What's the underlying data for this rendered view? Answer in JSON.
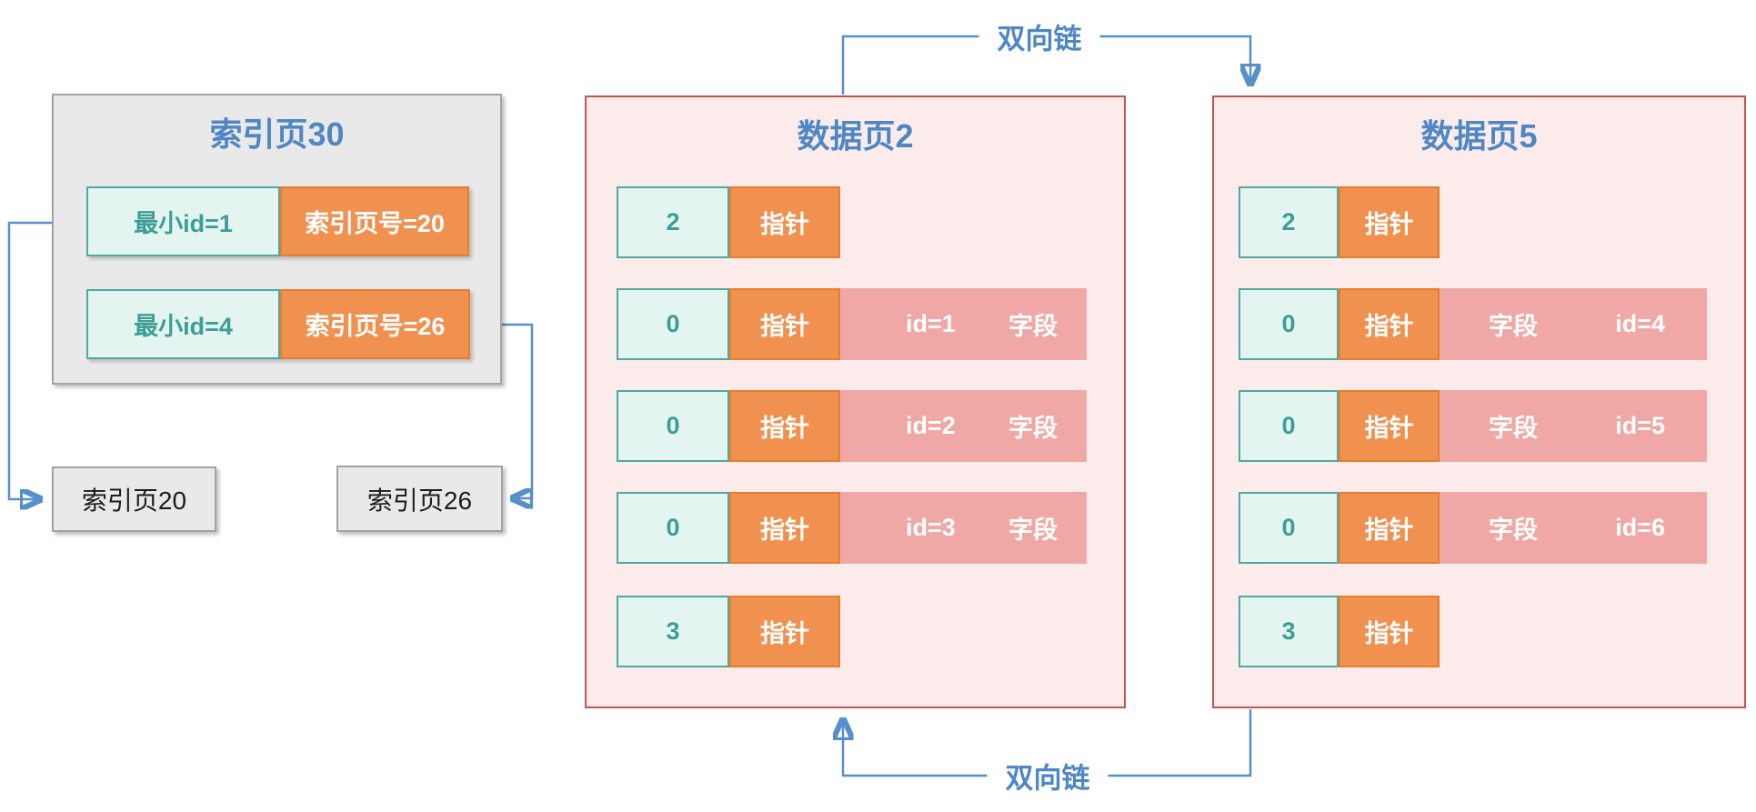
{
  "colors": {
    "blue_text": "#4E87C4",
    "arrow_blue": "#5590CA",
    "orange_fill": "#F0914F",
    "orange_border": "#E67E2E",
    "teal_fill": "#E4F5F1",
    "teal_border": "#4FA8A1",
    "teal_text": "#3D9E96",
    "field_pink_fill": "#F0A8A6",
    "page_pink_fill": "#FCEBEB",
    "page_pink_border": "#BF5654",
    "gray_fill": "#E9E9E9",
    "gray_border": "#A3A3A3"
  },
  "index_page": {
    "title": "索引页30",
    "entries": [
      {
        "key": "最小id=1",
        "value": "索引页号=20"
      },
      {
        "key": "最小id=4",
        "value": "索引页号=26"
      }
    ]
  },
  "leaf_index_pages": [
    {
      "label": "索引页20"
    },
    {
      "label": "索引页26"
    }
  ],
  "data_pages": [
    {
      "title": "数据页2",
      "rows": [
        {
          "num": "2",
          "pointer": "指针"
        },
        {
          "num": "0",
          "pointer": "指针",
          "field_left": "id=1",
          "field_right": "字段"
        },
        {
          "num": "0",
          "pointer": "指针",
          "field_left": "id=2",
          "field_right": "字段"
        },
        {
          "num": "0",
          "pointer": "指针",
          "field_left": "id=3",
          "field_right": "字段"
        },
        {
          "num": "3",
          "pointer": "指针"
        }
      ]
    },
    {
      "title": "数据页5",
      "rows": [
        {
          "num": "2",
          "pointer": "指针"
        },
        {
          "num": "0",
          "pointer": "指针",
          "field_left": "字段",
          "field_right": "id=4"
        },
        {
          "num": "0",
          "pointer": "指针",
          "field_left": "字段",
          "field_right": "id=5"
        },
        {
          "num": "0",
          "pointer": "指针",
          "field_left": "字段",
          "field_right": "id=6"
        },
        {
          "num": "3",
          "pointer": "指针"
        }
      ]
    }
  ],
  "links": {
    "top_label": "双向链",
    "bottom_label": "双向链"
  }
}
